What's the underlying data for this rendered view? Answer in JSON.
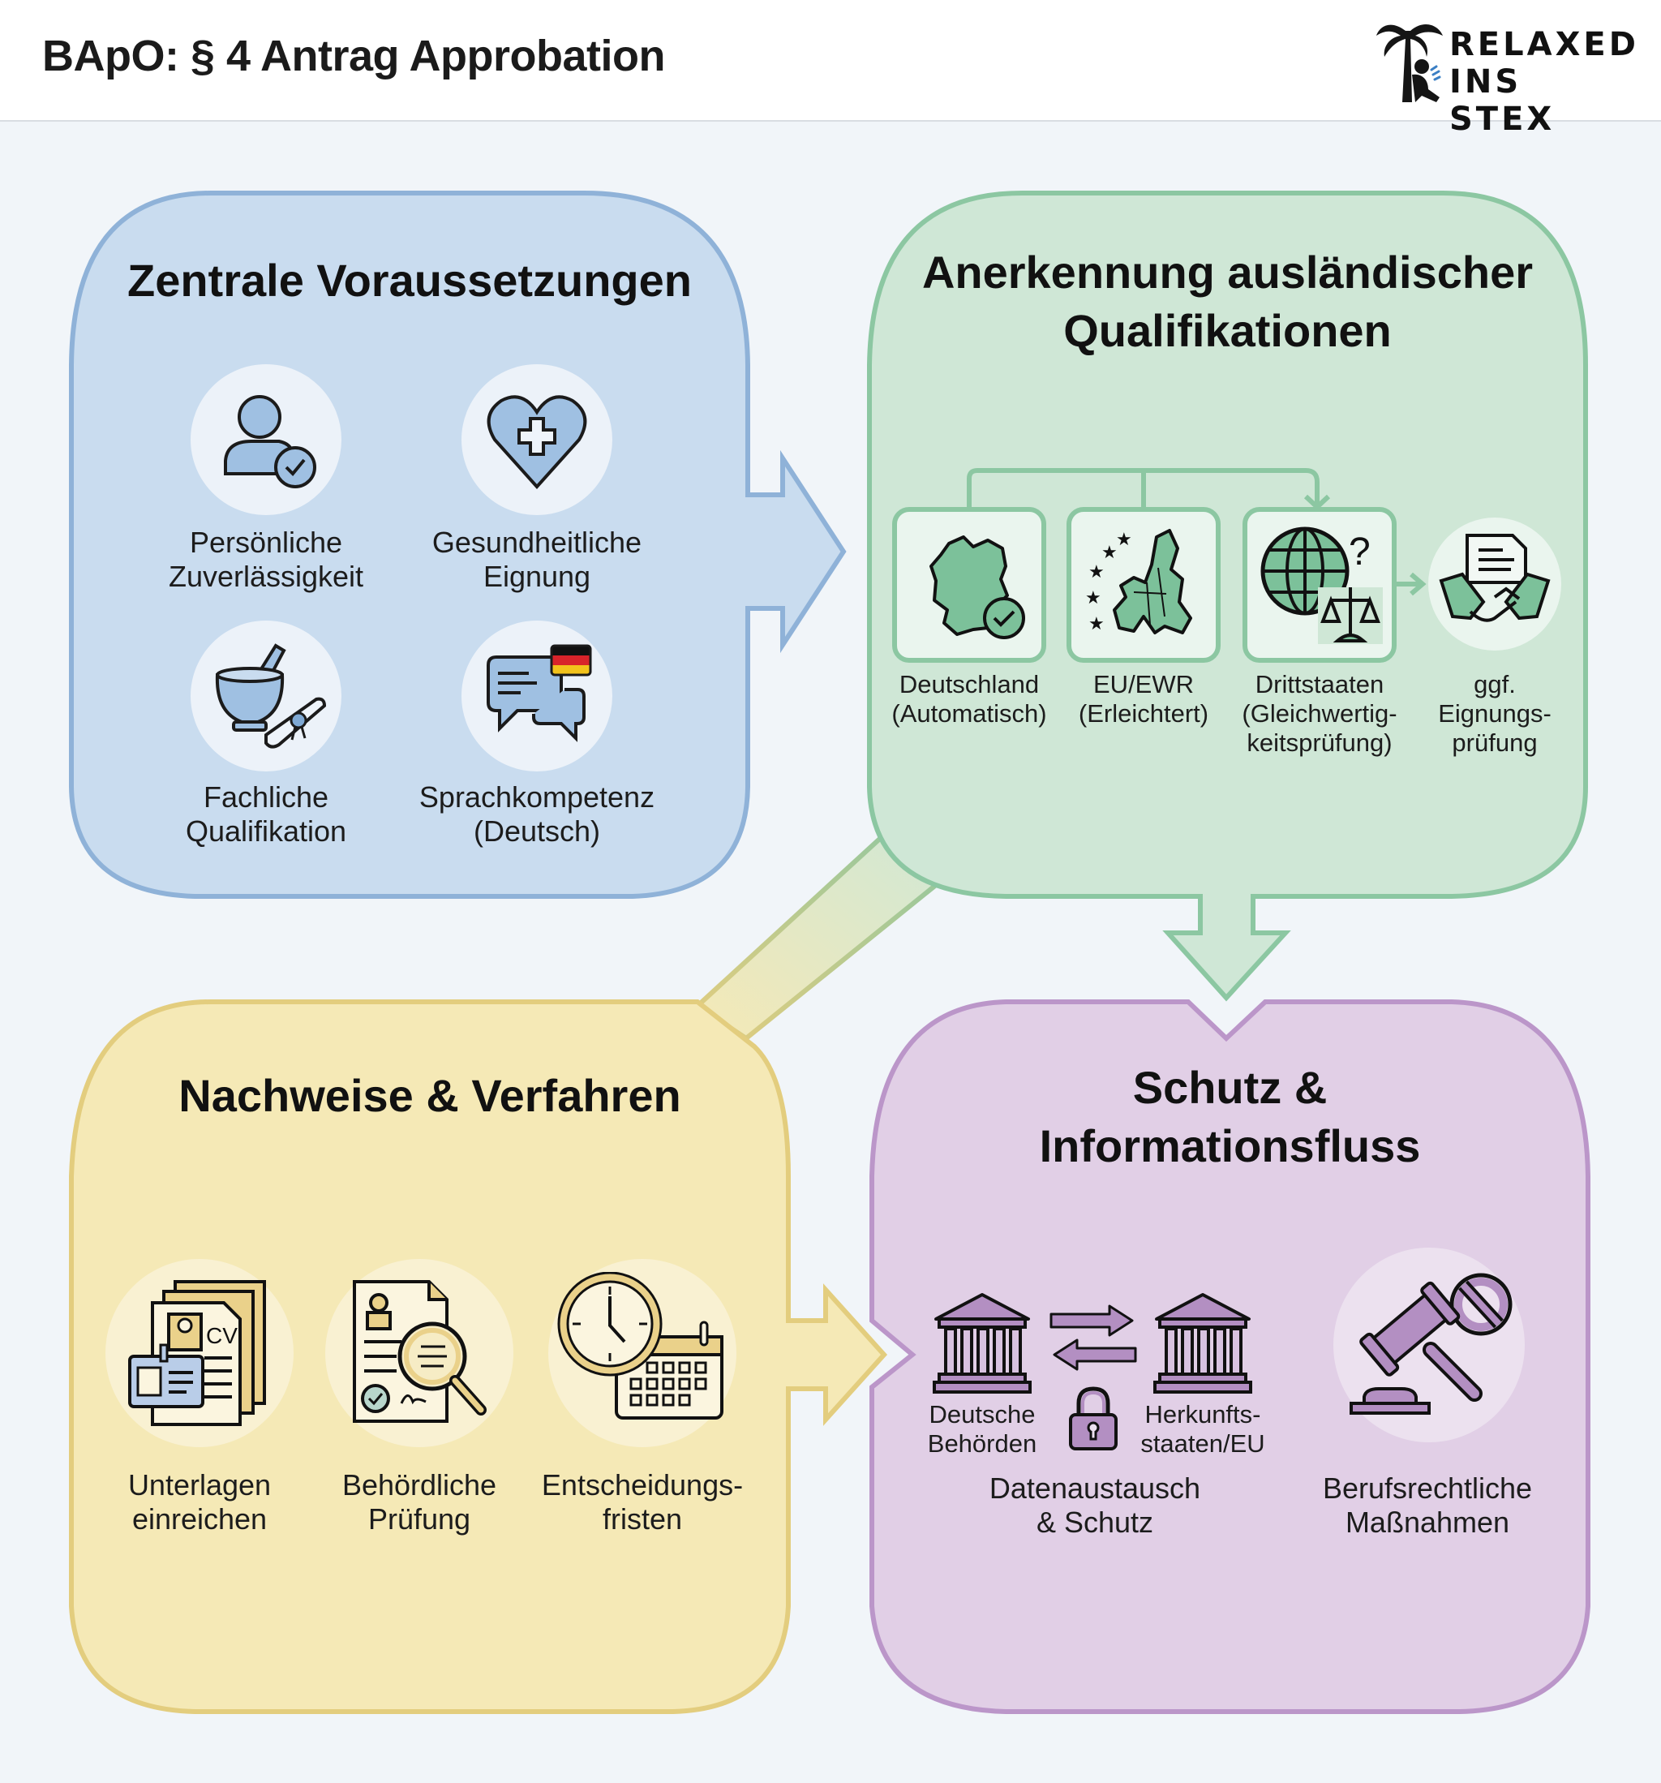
{
  "header": {
    "title": "BApO: § 4 Antrag Approbation",
    "logo": {
      "line1": "RELAXED",
      "line2": "INS STEX",
      "icon": "palm-tree-reader-icon"
    }
  },
  "colors": {
    "blue_fill": "#c9dcef",
    "blue_stroke": "#8fb2d8",
    "green_fill": "#cfe7d6",
    "green_stroke": "#8cc7a2",
    "yellow_fill": "#f5e9b6",
    "yellow_stroke": "#e3cd7e",
    "purple_fill": "#e1cfe6",
    "purple_stroke": "#bb96c9",
    "background": "#f1f5f9"
  },
  "panels": {
    "requirements": {
      "title": "Zentrale Voraussetzungen",
      "items": [
        {
          "label": "Persönliche\nZuverlässigkeit",
          "icon": "person-check-icon"
        },
        {
          "label": "Gesundheitliche\nEignung",
          "icon": "heart-cross-icon"
        },
        {
          "label": "Fachliche\nQualifikation",
          "icon": "mortar-diploma-icon"
        },
        {
          "label": "Sprachkompetenz\n(Deutsch)",
          "icon": "speech-bubbles-german-flag-icon"
        }
      ]
    },
    "recognition": {
      "title": "Anerkennung ausländischer\nQualifikationen",
      "items": [
        {
          "label": "Deutschland\n(Automatisch)",
          "icon": "germany-map-check-icon"
        },
        {
          "label": "EU/EWR\n(Erleichtert)",
          "icon": "eu-map-stars-icon"
        },
        {
          "label": "Drittstaaten\n(Gleichwertig-\nkeitsprüfung)",
          "icon": "globe-scales-question-icon"
        },
        {
          "label": "ggf.\nEignungs-\nprüfung",
          "icon": "document-handshake-icon"
        }
      ]
    },
    "procedure": {
      "title": "Nachweise & Verfahren",
      "items": [
        {
          "label": "Unterlagen\neinreichen",
          "icon": "documents-cv-id-icon"
        },
        {
          "label": "Behördliche\nPrüfung",
          "icon": "document-stamp-magnifier-icon"
        },
        {
          "label": "Entscheidungs-\nfristen",
          "icon": "clock-calendar-icon"
        }
      ]
    },
    "protection": {
      "title": "Schutz &\nInformationsfluss",
      "exchange": {
        "left_label": "Deutsche\nBehörden",
        "right_label": "Herkunfts-\nstaaten/EU",
        "caption": "Datenaustausch\n& Schutz",
        "icons": [
          "government-building-icon",
          "exchange-arrows-icon",
          "padlock-icon",
          "government-building-icon"
        ]
      },
      "measures": {
        "label": "Berufsrechtliche\nMaßnahmen",
        "icon": "gavel-prohibited-icon"
      }
    }
  }
}
